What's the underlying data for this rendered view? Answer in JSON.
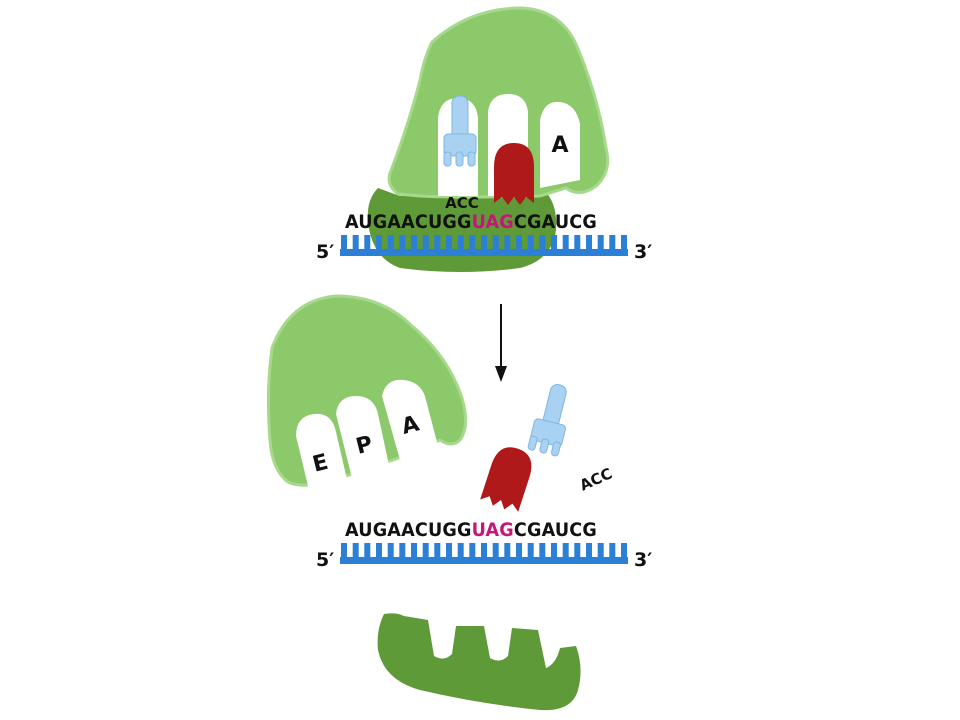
{
  "colors": {
    "large_subunit": "#8cc96b",
    "large_subunit_edge": "#a7d98c",
    "small_subunit": "#5f9a38",
    "mrna": "#2b7fd4",
    "trna": "#a9d2f2",
    "trna_edge": "#7fb6e2",
    "release_factor": "#b01919",
    "stop_codon": "#c8157a",
    "text": "#111111"
  },
  "top_panel": {
    "five_prime": "5′",
    "three_prime": "3′",
    "mrna_pre": "AUGAACUGG",
    "stop_codon": "UAG",
    "mrna_post": "CGAUCG",
    "anticodon": "ACC",
    "site_a": "A"
  },
  "bottom_panel": {
    "five_prime": "5′",
    "three_prime": "3′",
    "mrna_pre": "AUGAACUGG",
    "stop_codon": "UAG",
    "mrna_post": "CGAUCG",
    "anticodon": "ACC",
    "site_e": "E",
    "site_p": "P",
    "site_a": "A"
  }
}
